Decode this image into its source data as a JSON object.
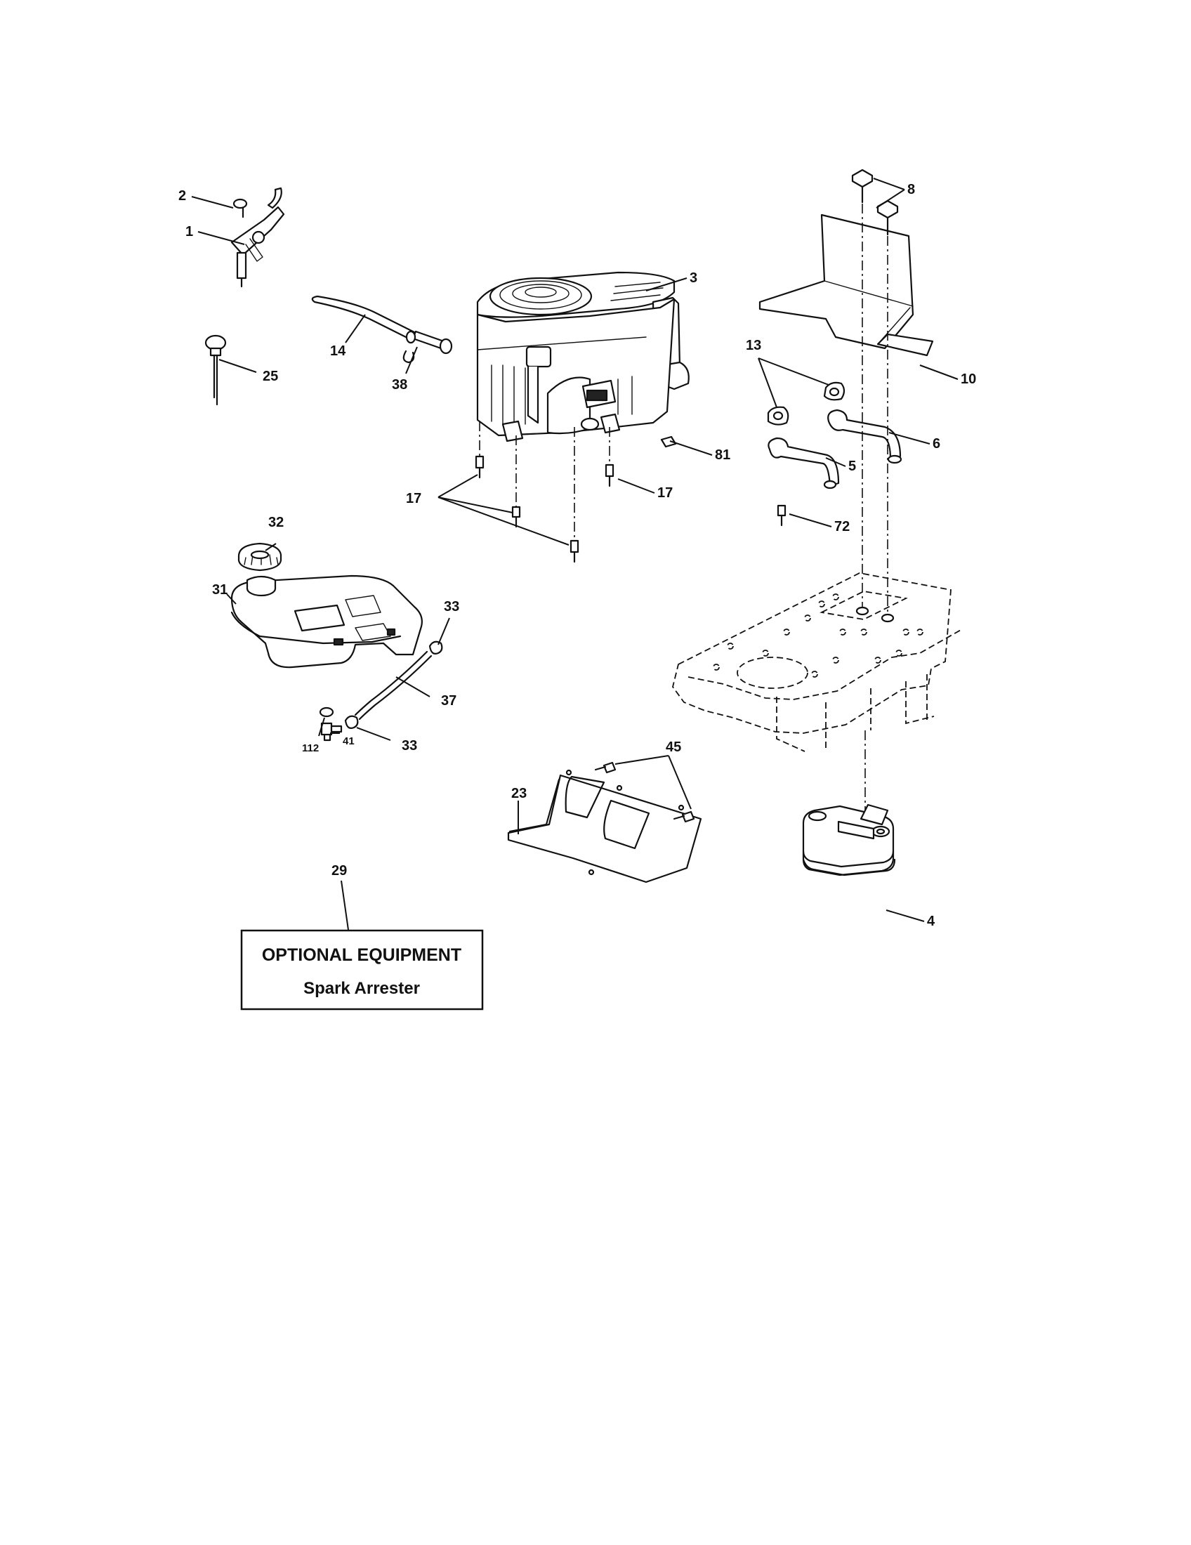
{
  "callouts": {
    "c1": "1",
    "c2": "2",
    "c3": "3",
    "c4": "4",
    "c5": "5",
    "c6": "6",
    "c8": "8",
    "c10": "10",
    "c13": "13",
    "c14": "14",
    "c17a": "17",
    "c17b": "17",
    "c23": "23",
    "c25": "25",
    "c29": "29",
    "c31": "31",
    "c32": "32",
    "c33a": "33",
    "c33b": "33",
    "c37": "37",
    "c38": "38",
    "c41": "41",
    "c45": "45",
    "c72": "72",
    "c81": "81",
    "c112": "112"
  },
  "optional_box": {
    "title": "OPTIONAL EQUIPMENT",
    "subtitle": "Spark Arrester"
  }
}
